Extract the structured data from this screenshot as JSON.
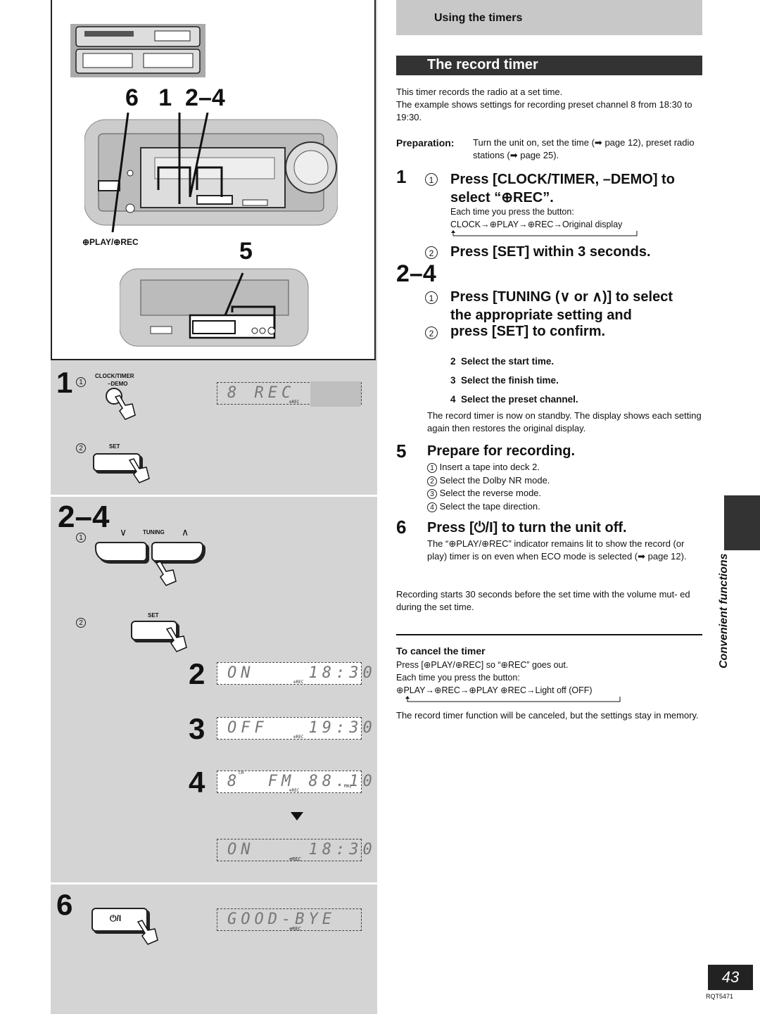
{
  "left": {
    "callout_top": "6   1  2–4",
    "callout_5": "5",
    "play_rec_label": "⊕PLAY/⊕REC",
    "step1_num": "1",
    "step1_circle": "1",
    "clock_timer_label": "CLOCK/TIMER",
    "demo_label": "–DEMO",
    "lcd1": "8 REC",
    "lcd_rec_tag": "⊕REC",
    "circle2": "2",
    "set_label": "SET",
    "step24_num": "2–4",
    "circle1b": "1",
    "tuning_label": "TUNING",
    "circle2b": "2",
    "set_label2": "SET",
    "n2": "2",
    "lcd2": "ON    18:30",
    "n3": "3",
    "lcd3": "OFF   19:30",
    "n4": "4",
    "ch_tag": "CH",
    "lcd4": "8  FM 88.10",
    "mhz_tag": "MHz",
    "lcd5": "ON    18:30",
    "step6_num": "6",
    "power_label": "⏻/I",
    "lcd6": "GOOD-BYE"
  },
  "header": {
    "section": "Using the timers",
    "title": "The record timer"
  },
  "intro": [
    "This timer records the radio at a set time.",
    "The example shows settings for recording preset channel 8 from 18:30 to 19:30."
  ],
  "preparation": {
    "label": "Preparation:",
    "text": "Turn the unit on, set the time (➡ page 12), preset radio stations (➡ page 25)."
  },
  "step1": {
    "num": "1",
    "c1": "1",
    "line1": "Press [CLOCK/TIMER, –DEMO] to",
    "line2": "select “⊕REC”.",
    "note": "Each time you press the button:",
    "cycle": "CLOCK→⊕PLAY→⊕REC→Original display",
    "c2": "2",
    "line3": "Press [SET] within 3 seconds."
  },
  "step24": {
    "num": "2–4",
    "c1": "1",
    "line1": "Press [TUNING (∨ or ∧)] to select",
    "line2": "the appropriate setting and",
    "c2": "2",
    "line3": "press [SET] to confirm.",
    "items": [
      {
        "n": "2",
        "text": "Select the start time."
      },
      {
        "n": "3",
        "text": "Select the finish time."
      },
      {
        "n": "4",
        "text": "Select the preset channel."
      }
    ],
    "after": "The record timer is now on standby. The display shows each setting again then restores the original display."
  },
  "step5": {
    "num": "5",
    "title": "Prepare for recording.",
    "items": [
      {
        "n": "1",
        "text": "Insert a tape into deck 2."
      },
      {
        "n": "2",
        "text": "Select the Dolby NR mode."
      },
      {
        "n": "3",
        "text": "Select the reverse mode."
      },
      {
        "n": "4",
        "text": "Select the tape direction."
      }
    ]
  },
  "step6": {
    "num": "6",
    "title": "Press [⏻/I] to turn the unit off.",
    "text": "The “⊕PLAY/⊕REC” indicator remains lit to show the record (or play) timer is on even when ECO mode is selected (➡ page 12)."
  },
  "recording_note": "Recording starts 30 seconds before the set time with the volume mut- ed during the set time.",
  "cancel": {
    "title": "To cancel the timer",
    "line1": "Press [⊕PLAY/⊕REC] so “⊕REC” goes out.",
    "line2": "Each time you press the button:",
    "cycle": "⊕PLAY→⊕REC→⊕PLAY ⊕REC→Light off (OFF)",
    "after": "The record timer function will be canceled, but the settings stay in memory."
  },
  "side_label": "Convenient functions",
  "page_number": "43",
  "doc_code": "RQT5471"
}
